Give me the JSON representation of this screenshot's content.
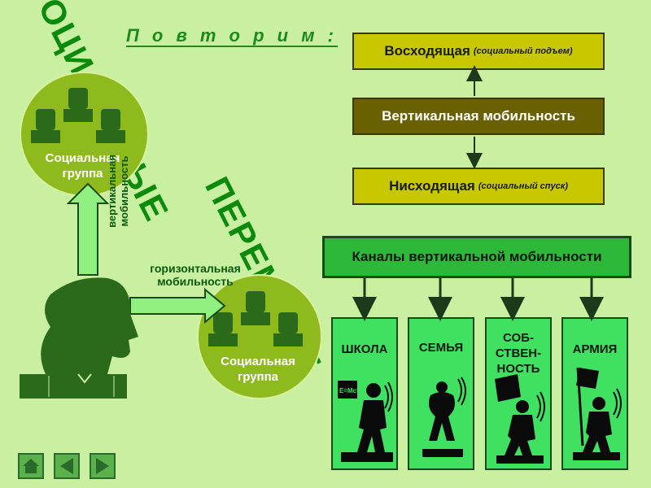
{
  "heading": "П о в т о р и м :",
  "diagonal": {
    "line1": "ОЦИАЛЬНЫЕ",
    "line2": "ПЕРЕМЕЩЕ"
  },
  "mobility": {
    "up_main": "Восходящая",
    "up_note": "(социальный подъем)",
    "vertical": "Вертикальная мобильность",
    "down_main": "Нисходящая",
    "down_note": "(социальный спуск)"
  },
  "channels": {
    "title": "Каналы вертикальной мобильности",
    "items": [
      {
        "label": "ШКОЛА",
        "icon": "student-figure-icon",
        "sign": "E=Mc²"
      },
      {
        "label": "СЕМЬЯ",
        "icon": "family-figure-icon"
      },
      {
        "label": "СОБ-\nСТВЕН-\nНОСТЬ",
        "icon": "flag-carrier-icon"
      },
      {
        "label": "АРМИЯ",
        "icon": "soldier-flag-icon"
      }
    ]
  },
  "groups": {
    "top_line1": "Социальная",
    "top_line2": "группа",
    "bottom_line1": "Социальная",
    "bottom_line2": "группа"
  },
  "arrows": {
    "vertical_line1": "вертикальная",
    "vertical_line2": "мобильность",
    "horizontal_line1": "горизонтальная",
    "horizontal_line2": "мобильность"
  },
  "colors": {
    "background": "#c8f0a0",
    "dark_green": "#2a6a1a",
    "olive": "#6a6000",
    "yellow": "#c8c800",
    "channel_green": "#40e060"
  },
  "nav": [
    "home-icon",
    "previous-icon",
    "next-icon"
  ]
}
